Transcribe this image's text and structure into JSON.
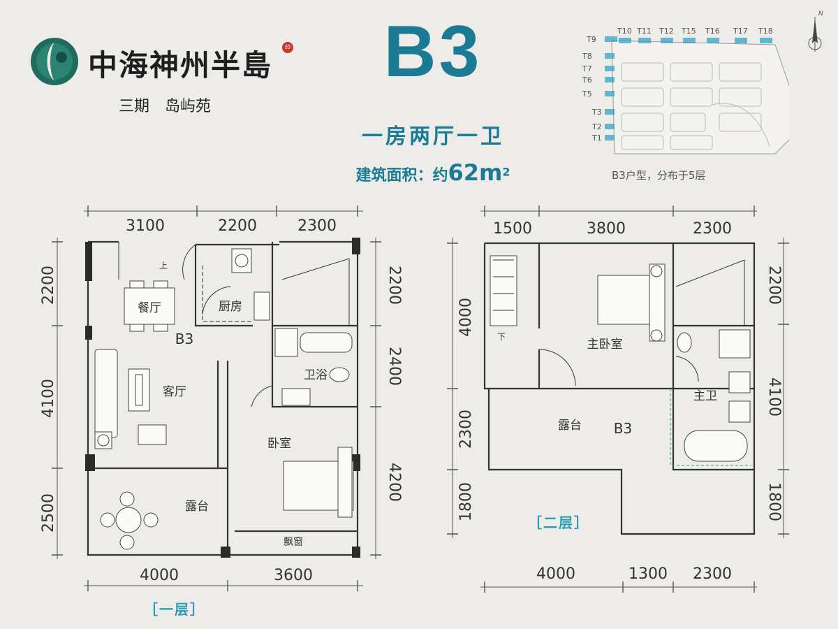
{
  "header": {
    "brand_name": "中海神州半島",
    "seal_text": "印",
    "phase": "三期　岛屿苑",
    "plan_code": "B3",
    "layout_type": "一房两厅一卫",
    "area_label": "建筑面积：约",
    "area_value": "62m",
    "area_unit_sup": "2"
  },
  "site_map": {
    "towers_top": [
      "T9",
      "T10",
      "T11",
      "T12",
      "T15",
      "T16",
      "T17",
      "T18"
    ],
    "towers_side": [
      "T8",
      "T7",
      "T6",
      "T5",
      "T3",
      "T2",
      "T1"
    ],
    "caption": "B3户型，分布于5层",
    "north_label": "N",
    "accent": "#2aa0c0"
  },
  "floor1": {
    "label": "［一层］",
    "top_dims": [
      "3100",
      "2200",
      "2300"
    ],
    "bottom_dims": [
      "4000",
      "3600"
    ],
    "left_dims": [
      "2200",
      "4100",
      "2500"
    ],
    "right_dims": [
      "2200",
      "2400",
      "4200"
    ],
    "rooms": {
      "dining": "餐厅",
      "kitchen": "厨房",
      "living": "客厅",
      "bath": "卫浴",
      "bedroom": "卧室",
      "terrace": "露台",
      "bay_window": "飘窗",
      "unit": "B3",
      "stair_up": "上"
    }
  },
  "floor2": {
    "label": "［二层］",
    "top_dims": [
      "1500",
      "3800",
      "2300"
    ],
    "bottom_dims": [
      "4000",
      "1300",
      "2300"
    ],
    "left_dims": [
      "4000",
      "2300",
      "1800"
    ],
    "right_dims": [
      "2200",
      "4100",
      "1800"
    ],
    "rooms": {
      "master_bedroom": "主卧室",
      "master_bath": "主卫",
      "terrace": "露台",
      "unit": "B3",
      "stair_down": "下"
    }
  },
  "colors": {
    "brand_teal": "#1b7a94",
    "label_blue": "#2a9cb8",
    "wall": "#333333",
    "background": "#edece8"
  }
}
